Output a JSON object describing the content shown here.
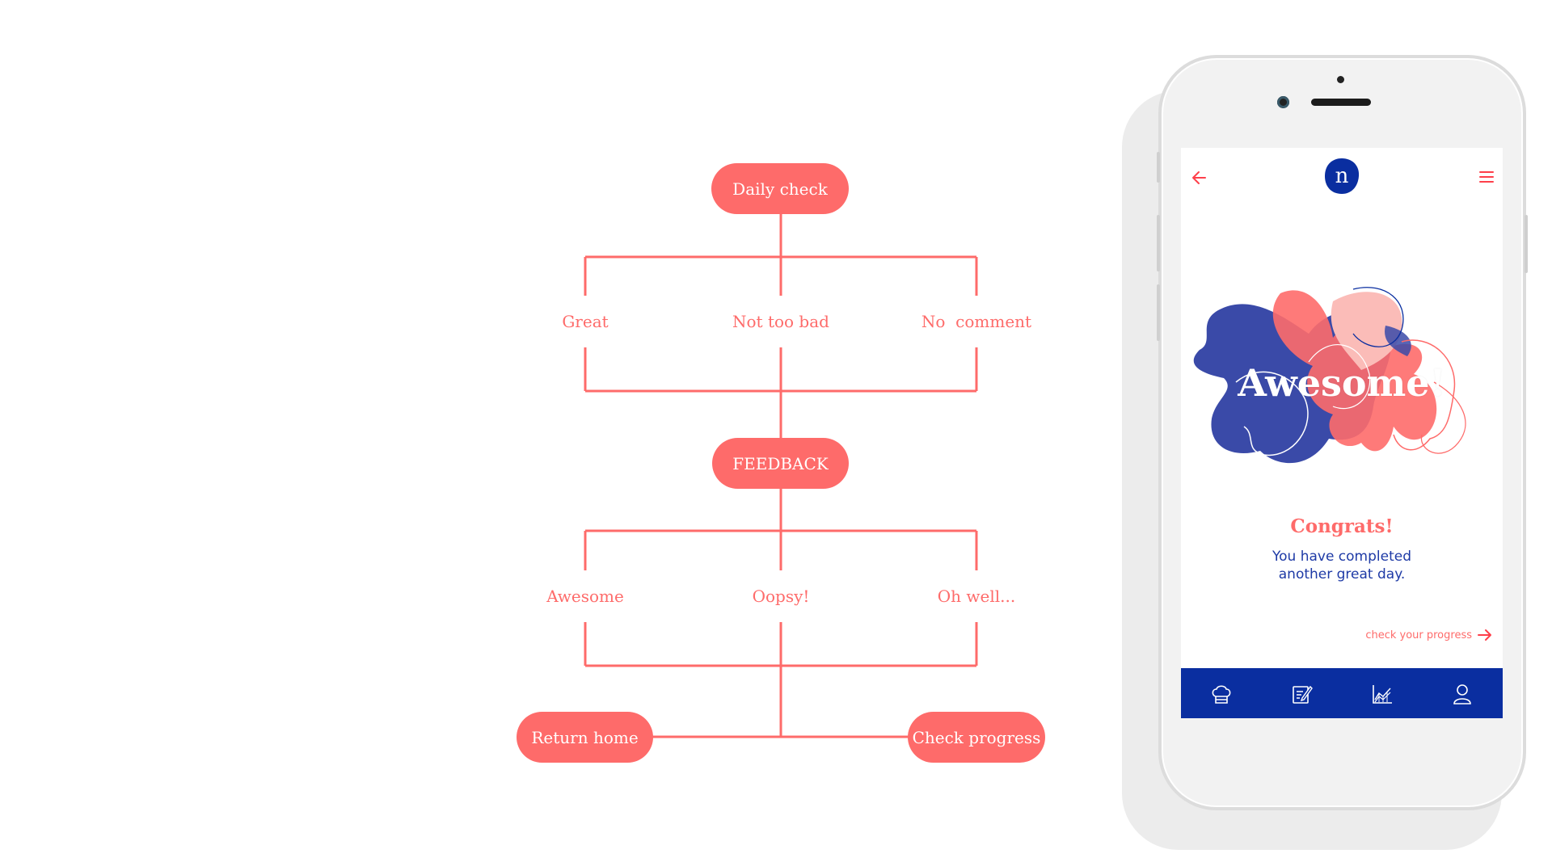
{
  "diagram": {
    "start_node": "Daily check",
    "first_options": [
      "Great",
      "Not too bad",
      "No  comment"
    ],
    "middle_node": "FEEDBACK",
    "second_options": [
      "Awesome",
      "Oopsy!",
      "Oh well..."
    ],
    "end_nodes": [
      "Return home",
      "Check progress"
    ]
  },
  "phone": {
    "header": {
      "back_icon": "arrow-left-icon",
      "logo_letter": "n",
      "menu_icon": "hamburger-menu-icon"
    },
    "hero_text": "Awesome!",
    "congrats_title": "Congrats!",
    "message_lines": [
      "You have completed",
      "another great day."
    ],
    "progress_link": "check your progress",
    "nav_icons": [
      "chef-hat-icon",
      "notepad-icon",
      "chart-icon",
      "profile-icon"
    ]
  },
  "colors": {
    "coral": "#fe6b6a",
    "blue": "#0a2ea0",
    "indigo": "#3a4aa8",
    "pink": "#fbbcb8"
  }
}
